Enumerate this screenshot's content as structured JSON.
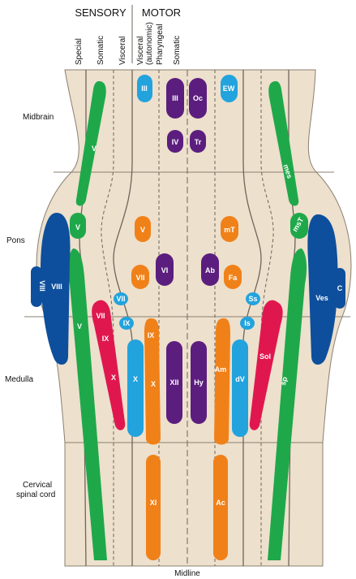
{
  "headers": {
    "sensory": "SENSORY",
    "motor": "MOTOR"
  },
  "columns": {
    "special": "Special",
    "somatic_sensory": "Somatic",
    "visceral_sensory": "Visceral",
    "visceral_motor_1": "Visceral",
    "visceral_motor_2": "(autonomic)",
    "pharyngeal": "Pharyngeal",
    "somatic_motor": "Somatic"
  },
  "regions": {
    "midbrain": "Midbrain",
    "pons": "Pons",
    "medulla": "Medulla",
    "cervical_1": "Cervical",
    "cervical_2": "spinal cord"
  },
  "midline": "Midline",
  "colors": {
    "background": "#ede0cc",
    "somatic_sensory": "#1fa84a",
    "special_sensory": "#0d4f9c",
    "visceral_sensory": "#e0174f",
    "visceral_motor": "#22a3de",
    "pharyngeal_motor": "#f08119",
    "somatic_motor": "#5b1e7e"
  },
  "nuclei": {
    "mid_V": "V",
    "mes": "mes",
    "pons_V": "V",
    "msT": "msT",
    "med_V": "V",
    "sp": "sp",
    "VIII": "VIII",
    "VIII_root": "VIII",
    "Ves": "Ves",
    "C": "C",
    "VII_sol": "VII",
    "IX_sol": "IX",
    "X_sol": "X",
    "Sol": "Sol",
    "VII_vm": "VII",
    "IX_vm": "IX",
    "X_vm": "X",
    "Ss": "Ss",
    "Is": "Is",
    "dV": "dV",
    "III_EW": "III",
    "EW": "EW",
    "V_motor": "V",
    "VII_motor": "VII",
    "IX_amb": "IX",
    "X_amb": "X",
    "XI": "XI",
    "mT": "mT",
    "Fa": "Fa",
    "Am": "Am",
    "Ac": "Ac",
    "III": "III",
    "Oc": "Oc",
    "IV": "IV",
    "Tr": "Tr",
    "VI": "VI",
    "Ab": "Ab",
    "XII": "XII",
    "Hy": "Hy"
  }
}
